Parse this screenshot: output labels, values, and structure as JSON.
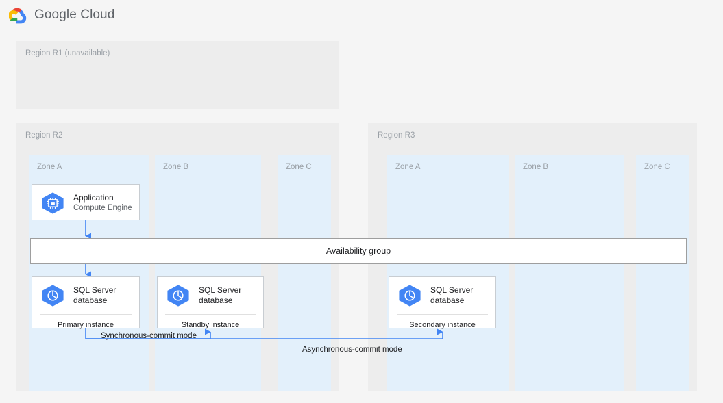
{
  "header": {
    "logo_icon": "google-cloud-logo-icon",
    "brand": "Google Cloud"
  },
  "diagram": {
    "regions": [
      {
        "id": "r1",
        "label": "Region R1 (unavailable)",
        "zones": []
      },
      {
        "id": "r2",
        "label": "Region R2",
        "zones": [
          {
            "id": "a",
            "label": "Zone A"
          },
          {
            "id": "b",
            "label": "Zone B"
          },
          {
            "id": "c",
            "label": "Zone C"
          }
        ]
      },
      {
        "id": "r3",
        "label": "Region R3",
        "zones": [
          {
            "id": "a",
            "label": "Zone A"
          },
          {
            "id": "b",
            "label": "Zone B"
          },
          {
            "id": "c",
            "label": "Zone C"
          }
        ]
      }
    ],
    "nodes": [
      {
        "id": "application",
        "icon": "compute-engine-icon",
        "title": "Application",
        "subtitle": "Compute Engine",
        "footer": ""
      },
      {
        "id": "db-primary",
        "icon": "sql-server-database-icon",
        "title": "SQL Server",
        "subtitle": "database",
        "footer": "Primary instance"
      },
      {
        "id": "db-standby",
        "icon": "sql-server-database-icon",
        "title": "SQL Server",
        "subtitle": "database",
        "footer": "Standby instance"
      },
      {
        "id": "db-secondary",
        "icon": "sql-server-database-icon",
        "title": "SQL Server",
        "subtitle": "database",
        "footer": "Secondary instance"
      }
    ],
    "availability_group": {
      "label": "Availability group"
    },
    "edges": [
      {
        "id": "sync",
        "label": "Synchronous-commit mode"
      },
      {
        "id": "async",
        "label": "Asynchronous-commit mode"
      }
    ],
    "colors": {
      "page_background": "#f5f5f5",
      "region_fill": "#ededed",
      "zone_fill": "#e3f0fb",
      "node_fill": "#ffffff",
      "node_border": "#c8cdd2",
      "connector": "#4285f4",
      "gcp_icon_blue": "#4285f4",
      "label_gray": "#9aa0a6",
      "text_dark": "#202124"
    }
  }
}
